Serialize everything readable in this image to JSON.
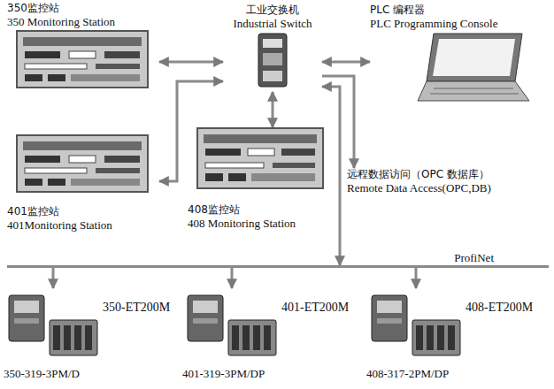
{
  "diagram": {
    "nodes": [
      {
        "text": [
          "350监控站",
          "350 Monitoring Station"
        ]
      },
      {
        "text": [
          "工业交换机",
          "Industrial Switch"
        ]
      },
      {
        "text": [
          "PLC 编程器",
          "PLC Programming Console"
        ]
      },
      {
        "text": [
          "401监控站",
          "401Monitoring Station"
        ]
      },
      {
        "text": [
          "408监控站",
          "408 Monitoring Station"
        ]
      },
      {
        "text": [
          "远程数据访问（OPC 数据库）",
          "Remote Data Access(OPC,DB)"
        ]
      },
      {
        "text": [
          "ProfiNet"
        ]
      },
      {
        "text": [
          "350-ET200M",
          "350-319-3PM/D"
        ]
      },
      {
        "text": [
          "401-ET200M",
          "401-319-3PM/DP"
        ]
      },
      {
        "text": [
          "408-ET200M",
          "408-317-2PM/DP"
        ]
      }
    ],
    "edges": [
      {
        "from": 1,
        "to": 0,
        "arrow": "both"
      },
      {
        "from": 1,
        "to": 2,
        "arrow": "both"
      },
      {
        "from": 1,
        "to": 3,
        "arrow": "both"
      },
      {
        "from": 1,
        "to": 4,
        "arrow": "both"
      },
      {
        "from": 1,
        "to": 5,
        "arrow": "to"
      },
      {
        "from": 1,
        "to": 6,
        "arrow": "both"
      },
      {
        "from": 6,
        "to": 7,
        "arrow": "to"
      },
      {
        "from": 6,
        "to": 8,
        "arrow": "to"
      },
      {
        "from": 6,
        "to": 9,
        "arrow": "to"
      }
    ]
  }
}
